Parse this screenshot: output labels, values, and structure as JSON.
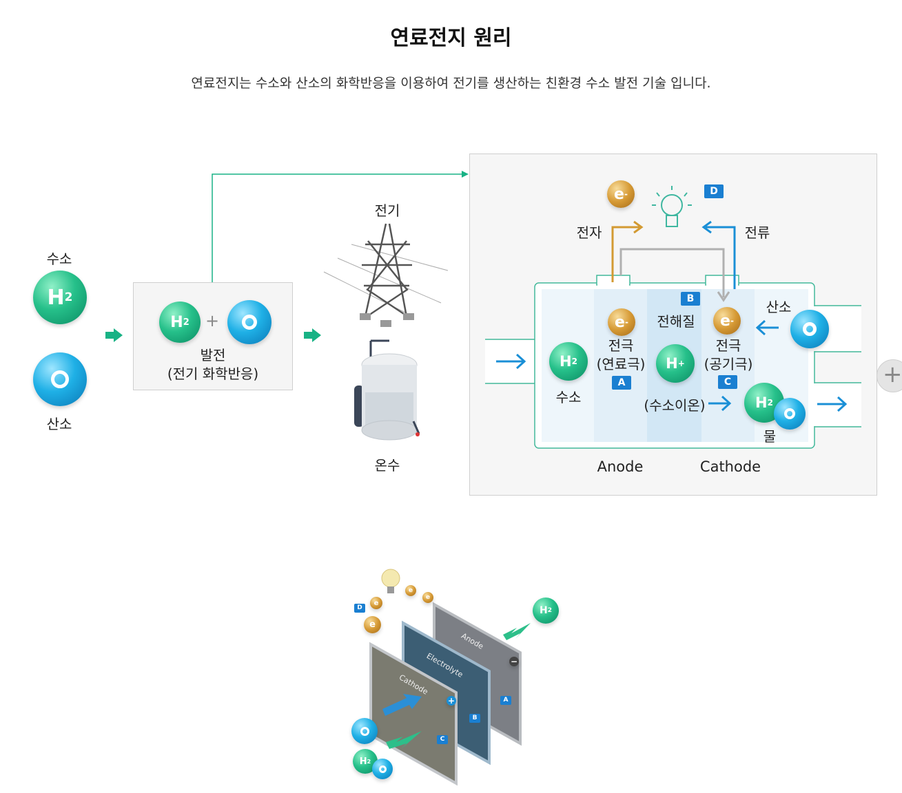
{
  "header": {
    "title": "연료전지 원리",
    "subtitle": "연료전지는 수소와 산소의 화학반응을 이용하여 전기를 생산하는 친환경 수소 발전 기술 입니다."
  },
  "inputs": {
    "hydrogen_label": "수소",
    "oxygen_label": "산소",
    "h2_symbol": "H",
    "h2_sub": "2",
    "o_symbol": "O"
  },
  "generation": {
    "plus": "+",
    "label_line1": "발전",
    "label_line2": "(전기 화학반응)"
  },
  "outputs": {
    "electricity_label": "전기",
    "hot_water_label": "온수"
  },
  "cell": {
    "electron_label": "전자",
    "current_label": "전류",
    "electron_symbol": "e",
    "electron_sup": "-",
    "electrolyte_label": "전해질",
    "electrode_fuel_line1": "전극",
    "electrode_fuel_line2": "(연료극)",
    "electrode_air_line1": "전극",
    "electrode_air_line2": "(공기극)",
    "hydrogen_label": "수소",
    "oxygen_label": "산소",
    "hydrogen_ion_label": "(수소이온)",
    "water_label": "물",
    "h_plus_symbol": "H",
    "h_plus_sup": "+",
    "anode_label": "Anode",
    "cathode_label": "Cathode",
    "badges": {
      "a": "A",
      "b": "B",
      "c": "C",
      "d": "D"
    }
  },
  "stack": {
    "anode_plate": "Anode",
    "electrolyte_plate": "Electrolyte",
    "cathode_plate": "Cathode",
    "minus": "−",
    "plus": "+"
  },
  "colors": {
    "accent_green": "#18b285",
    "arrow_blue": "#1a8fd6",
    "electron_gold": "#d39a32",
    "badge_blue": "#1a7fd1"
  },
  "side_control": {
    "icon": "plus-icon"
  }
}
